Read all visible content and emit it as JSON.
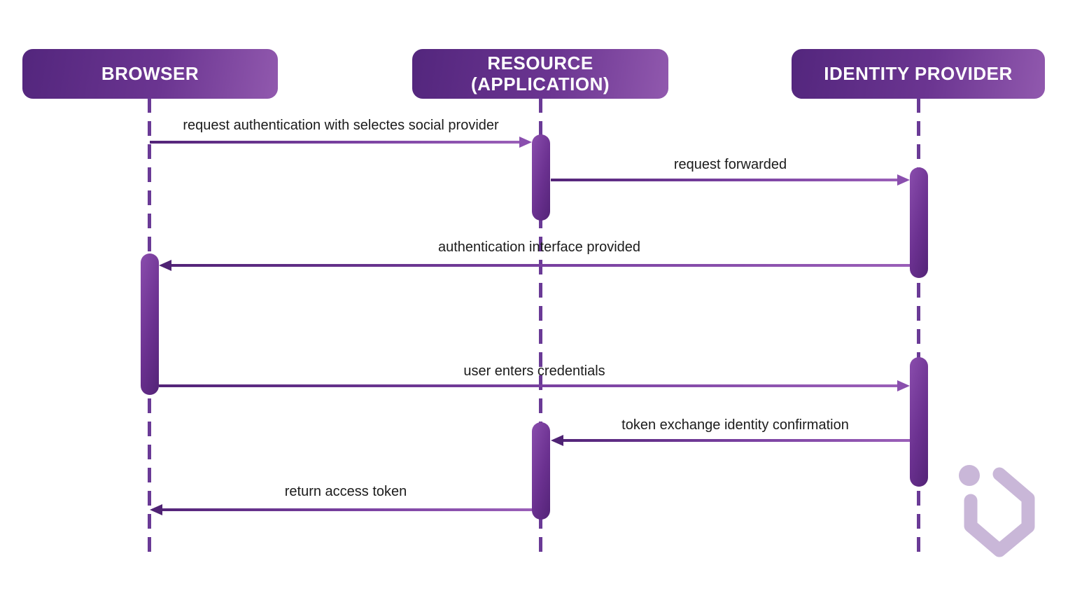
{
  "diagram": {
    "type": "sequence-diagram",
    "background": "#ffffff"
  },
  "actors": [
    {
      "id": "browser",
      "label": "BROWSER"
    },
    {
      "id": "resource",
      "label": "RESOURCE (APPLICATION)"
    },
    {
      "id": "identity-provider",
      "label": "IDENTITY PROVIDER"
    }
  ],
  "messages": [
    {
      "label": "request authentication with selectes social provider",
      "from": "browser",
      "to": "resource"
    },
    {
      "label": "request forwarded",
      "from": "resource",
      "to": "identity-provider"
    },
    {
      "label": "authentication interface provided",
      "from": "identity-provider",
      "to": "browser"
    },
    {
      "label": "user enters credentials",
      "from": "browser",
      "to": "identity-provider"
    },
    {
      "label": "token exchange identity confirmation",
      "from": "identity-provider",
      "to": "resource"
    },
    {
      "label": "return access token",
      "from": "resource",
      "to": "browser"
    }
  ],
  "colors": {
    "box_gradient_dark": "#53267d",
    "box_gradient_light": "#9159ae",
    "activation_bar_light": "#8a4dad",
    "activation_bar_dark": "#532377",
    "lifeline": "#6a3a96",
    "arrow_dark": "#532478",
    "arrow_light": "#9a5fb8",
    "label_text": "#1b1b1b",
    "actor_text": "#ffffff",
    "logo": "#c9b7d8"
  },
  "logo": {
    "name": "id-hexagon-logo",
    "color": "#c9b7d8"
  }
}
